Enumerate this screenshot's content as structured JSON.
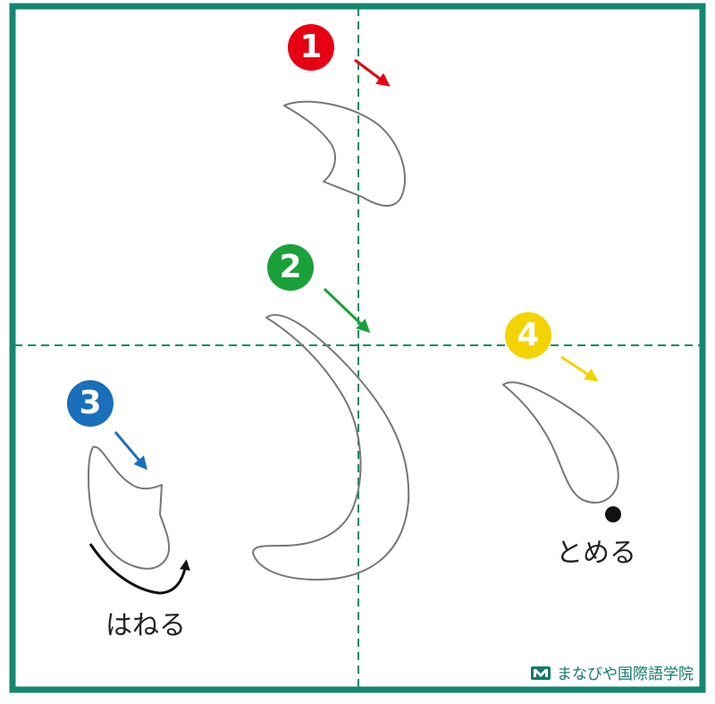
{
  "strokes": [
    {
      "number": "1",
      "color": "#e60012"
    },
    {
      "number": "2",
      "color": "#1aa13a"
    },
    {
      "number": "3",
      "color": "#1a6fba"
    },
    {
      "number": "4",
      "color": "#f3d400"
    }
  ],
  "labels": {
    "hane": "はねる",
    "tome": "とめる"
  },
  "brand": {
    "name": "まなびや国際語学院",
    "color": "#127a6c"
  },
  "colors": {
    "frame": "#14876f",
    "guide": "#14876f",
    "outline": "#777777",
    "ink": "#111111"
  }
}
